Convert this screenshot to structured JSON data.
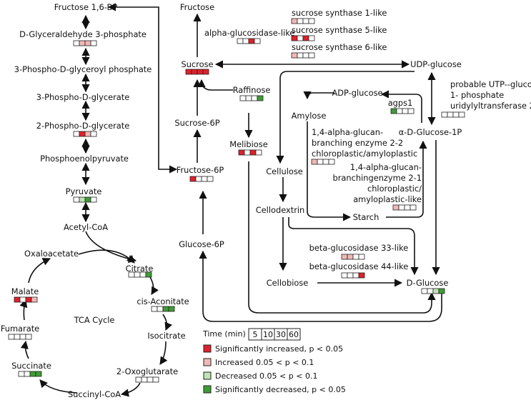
{
  "colors": {
    "sig_increased": "#e0202a",
    "increased": "#f0b8b8",
    "decreased": "#bfe3b4",
    "sig_decreased": "#3f9c35",
    "none": "#ffffff"
  },
  "time": {
    "title": "Time (min)",
    "values": [
      "5",
      "10",
      "30",
      "60"
    ]
  },
  "legend": [
    {
      "label": "Significantly increased, p < 0.05",
      "color": "sig_increased"
    },
    {
      "label": "Increased 0.05 < p < 0.1",
      "color": "increased"
    },
    {
      "label": "Decreased 0.05 < p < 0.1",
      "color": "decreased"
    },
    {
      "label": "Significantly decreased, p < 0.05",
      "color": "sig_decreased"
    }
  ],
  "labels": {
    "fructose16bp": "Fructose 1,6-BP",
    "g3p": "D-Glyceraldehyde 3-phosphate",
    "pdgp": "3-Phospho-D-glyceroyl phosphate",
    "pg3": "3-Phospho-D-glycerate",
    "pg2": "2-Phospho-D-glycerate",
    "pep": "Phosphoenolpyruvate",
    "pyruvate": "Pyruvate",
    "acetylcoa": "Acetyl-CoA",
    "oxaloacetate": "Oxaloacetate",
    "citrate": "Citrate",
    "malate": "Malate",
    "cisaconitate": "cis-Aconitate",
    "tca": "TCA Cycle",
    "fumarate": "Fumarate",
    "isocitrate": "Isocitrate",
    "succinate": "Succinate",
    "oxoglutarate": "2-Oxoglutarate",
    "succinylcoa": "Succinyl-CoA",
    "fructose": "Fructose",
    "aglucosidase": "alpha-glucosidase-like",
    "sucrose": "Sucrose",
    "sucrose6p": "Sucrose-6P",
    "raffinose": "Raffinose",
    "melibiose": "Melibiose",
    "fructose6p": "Fructose-6P",
    "glucose6p": "Glucose-6P",
    "sus1": "sucrose synthase 1-like",
    "sus5": "sucrose synthase 5-like",
    "sus6": "sucrose synthase 6-like",
    "udpglucose": "UDP-glucose",
    "adpglucose": "ADP-glucose",
    "ugp_1": "probable UTP--glucose-",
    "ugp_2": "1- phosphate",
    "ugp_3": "uridylyltransferase 2",
    "agps1": "agps1",
    "amylose": "Amylose",
    "g1p": "α-D-Glucose-1P",
    "be22_1": "1,4-alpha-glucan-",
    "be22_2": "branching enzyme 2-2",
    "be22_3": "chloroplastic/amyloplastic",
    "be21_1": "1,4-alpha-glucan-",
    "be21_2": "branchingenzyme 2-1",
    "be21_3": "chloroplastic/",
    "be21_4": "amyloplastic-like",
    "cellulose": "Cellulose",
    "cellodextrin": "Cellodextrin",
    "starch": "Starch",
    "bgl33": "beta-glucosidase 33-like",
    "bgl44": "beta-glucosidase 44-like",
    "cellobiose": "Cellobiose",
    "dglucose": "D-Glucose"
  },
  "heatmaps": {
    "g3p": [
      "none",
      "increased",
      "increased",
      "none"
    ],
    "pg2": [
      "none",
      "sig_increased",
      "increased",
      "none"
    ],
    "pyruvate": [
      "none",
      "decreased",
      "sig_decreased",
      "none"
    ],
    "citrate": [
      "none",
      "none",
      "none",
      "sig_decreased"
    ],
    "malate": [
      "sig_increased",
      "none",
      "sig_increased",
      "increased"
    ],
    "cisaconitate": [
      "none",
      "none",
      "sig_decreased",
      "sig_decreased"
    ],
    "fumarate": [
      "none",
      "none",
      "none",
      "none"
    ],
    "succinate": [
      "none",
      "none",
      "sig_decreased",
      "sig_decreased"
    ],
    "oxoglutarate": [
      "none",
      "none",
      "none",
      "none"
    ],
    "aglucosidase": [
      "none",
      "none",
      "sig_increased",
      "none"
    ],
    "sucrose": [
      "sig_increased",
      "sig_increased",
      "sig_increased",
      "sig_increased"
    ],
    "sus1": [
      "increased",
      "none",
      "none",
      "none"
    ],
    "sus5": [
      "sig_increased",
      "none",
      "sig_increased",
      "none"
    ],
    "sus6": [
      "increased",
      "none",
      "none",
      "none"
    ],
    "raffinose": [
      "none",
      "none",
      "none",
      "sig_decreased"
    ],
    "melibiose": [
      "sig_increased",
      "none",
      "sig_increased",
      "none"
    ],
    "fructose6p": [
      "sig_increased",
      "none",
      "none",
      "none"
    ],
    "agps1": [
      "sig_decreased",
      "none",
      "none",
      "none"
    ],
    "ugp": [
      "none",
      "none",
      "none",
      "none"
    ],
    "be22": [
      "increased",
      "none",
      "none",
      "none"
    ],
    "be21": [
      "increased",
      "none",
      "none",
      "none"
    ],
    "bgl33": [
      "increased",
      "increased",
      "none",
      "none"
    ],
    "bgl44": [
      "none",
      "none",
      "none",
      "sig_increased"
    ],
    "dglucose": [
      "none",
      "none",
      "decreased",
      "sig_decreased"
    ]
  }
}
